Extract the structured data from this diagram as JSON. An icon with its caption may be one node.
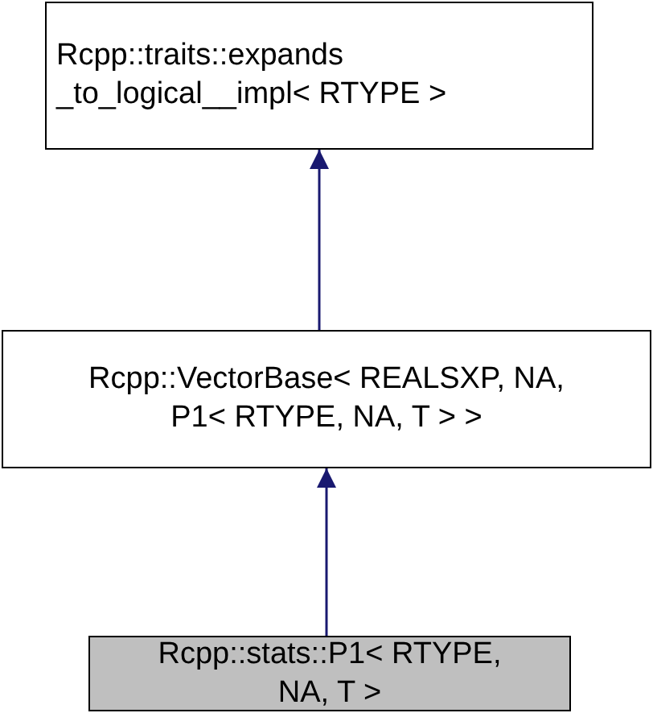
{
  "diagram": {
    "nodes": [
      {
        "text": [
          "Rcpp::traits::expands _to_logical__impl< RTYPE >"
        ]
      },
      {
        "text": [
          "Rcpp::VectorBase< REALSXP, NA, P1< RTYPE, NA, T > >"
        ]
      },
      {
        "text": [
          "Rcpp::stats::P1< RTYPE, NA, T >"
        ]
      }
    ],
    "edges": [
      {
        "from": 2,
        "to": 1,
        "arrow": "to"
      },
      {
        "from": 1,
        "to": 0,
        "arrow": "to"
      }
    ]
  }
}
